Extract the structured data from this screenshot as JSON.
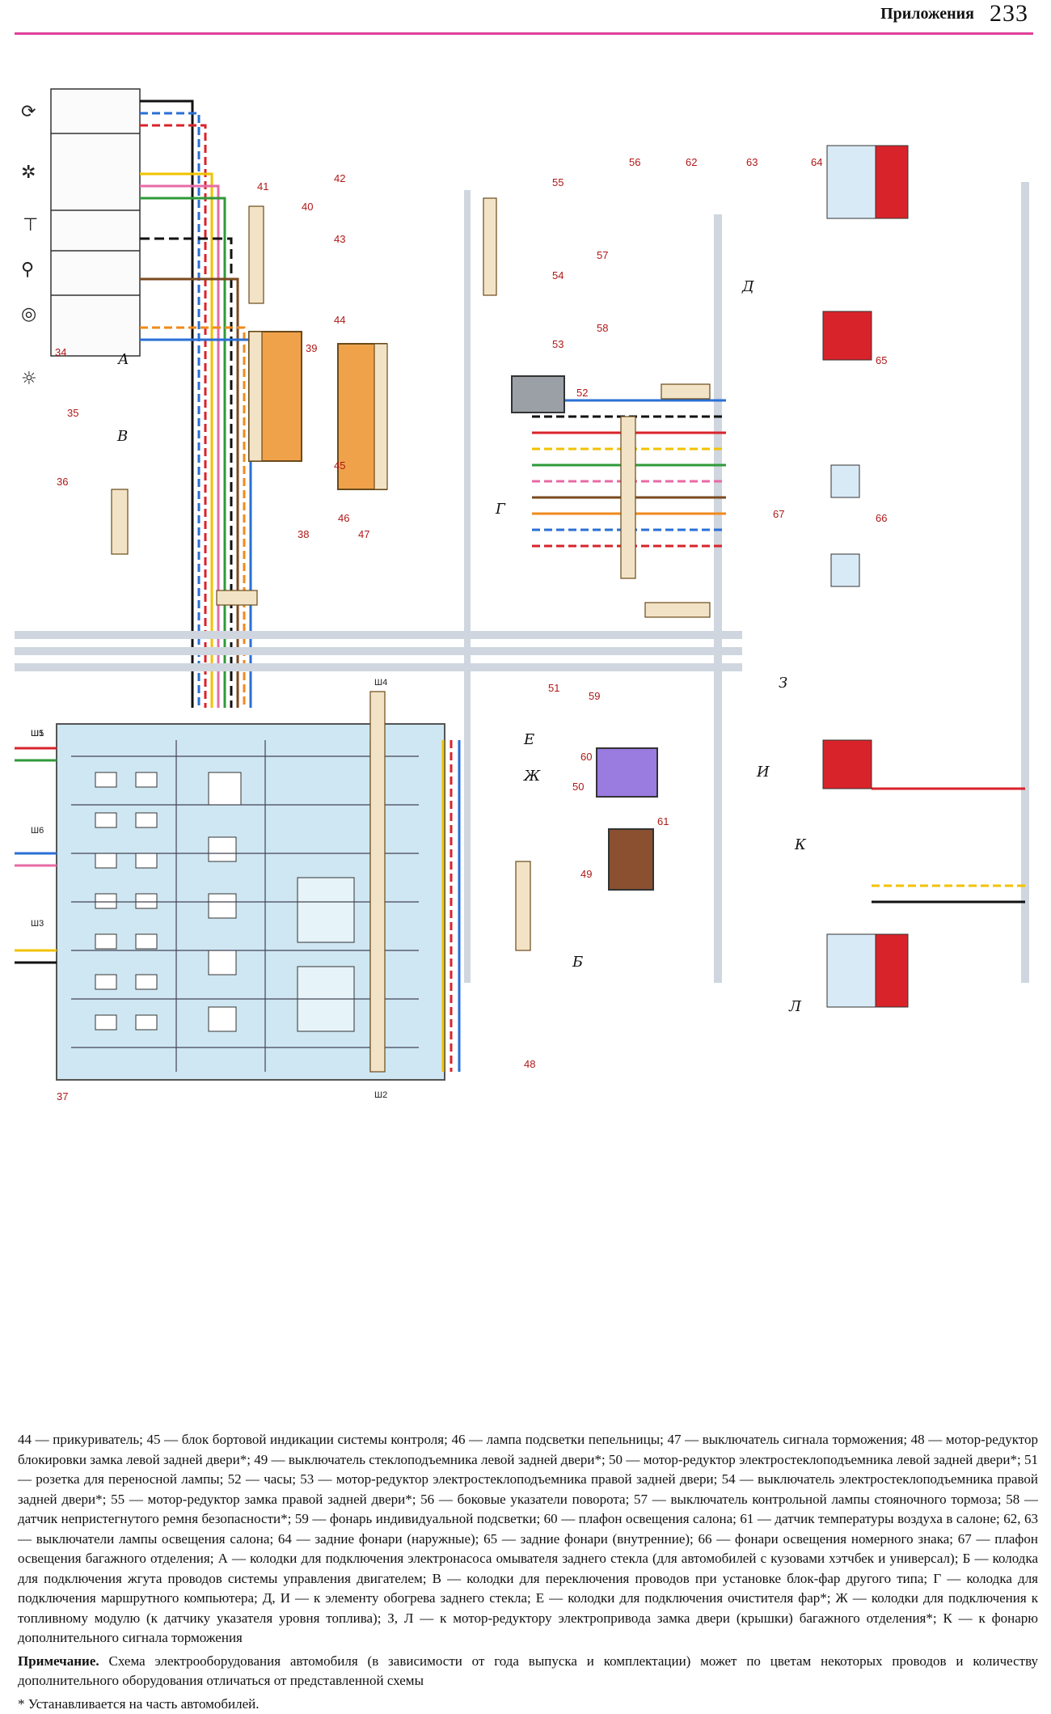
{
  "header": {
    "section_title": "Приложения",
    "page_number": "233"
  },
  "diagram": {
    "component_labels": [
      "34",
      "35",
      "36",
      "37",
      "38",
      "39",
      "40",
      "41",
      "42",
      "43",
      "44",
      "45",
      "46",
      "47",
      "48",
      "49",
      "50",
      "51",
      "52",
      "53",
      "54",
      "55",
      "56",
      "57",
      "58",
      "59",
      "60",
      "61",
      "62",
      "63",
      "64",
      "65",
      "66",
      "67"
    ],
    "connector_letters": [
      "А",
      "Б",
      "В",
      "Г",
      "Д",
      "Е",
      "Ж",
      "З",
      "И",
      "К",
      "Л"
    ],
    "block_labels": [
      "Ш1",
      "Ш2",
      "Ш3",
      "Ш4",
      "Ш5",
      "Ш6"
    ],
    "colors": {
      "red": "#d8232a",
      "blue": "#2a6fd6",
      "yellow": "#f2c200",
      "green": "#2f9a3a",
      "black": "#111111",
      "brown": "#7a4a20",
      "pink": "#e86aa6",
      "orange": "#f08a1c",
      "white_wire": "#cfd6df",
      "fuse_block": "#cfe7f2",
      "module_orange": "#efa24a"
    }
  },
  "legend": {
    "text": "44 — прикуриватель; 45 — блок бортовой индикации системы контроля; 46 — лампа подсветки пепельницы; 47 — выключатель сигнала торможения; 48 — мотор-редуктор блокировки замка левой задней двери*; 49 — выключатель стеклоподъемника левой задней двери*; 50 — мотор-редуктор электростеклоподъемника левой задней двери*; 51 — розетка для переносной лампы; 52 — часы; 53 — мотор-редуктор электростеклоподъемника правой задней двери; 54 — выключатель электростеклоподъемника правой задней двери*; 55 — мотор-редуктор замка правой задней двери*; 56 — боковые указатели поворота; 57 — выключатель контрольной лампы стояночного тормоза; 58 — датчик непристегнутого ремня безопасности*; 59 — фонарь индивидуальной подсветки; 60 — плафон освещения салона; 61 — датчик температуры воздуха в салоне; 62, 63 — выключатели лампы освещения салона; 64 — задние фонари (наружные); 65 — задние фонари (внутренние); 66 — фонари освещения номерного знака; 67 — плафон освещения багажного отделения; А — колодки для подключения электронасоса омывателя заднего стекла (для автомобилей с кузовами хэтчбек и универсал); Б — колодка для подключения жгута проводов системы управления двигателем; В — колодки для переключения проводов при установке блок-фар другого типа; Г — колодка для подключения маршрутного компьютера; Д, И — к элементу обогрева заднего стекла; Е — колодки для подключения очистителя фар*; Ж — колодки для подключения к топливному модулю (к датчику указателя уровня топлива); З, Л — к мотор-редуктору электропривода замка двери (крышки) багажного отделения*; К — к фонарю дополнительного сигнала торможения",
    "note_label": "Примечание.",
    "note_text": "Схема электрооборудования автомобиля (в зависимости от года выпуска и комплектации) может по цветам некоторых проводов и количеству дополнительного оборудования отличаться от представленной схемы",
    "footnote": "* Устанавливается на часть автомобилей."
  }
}
